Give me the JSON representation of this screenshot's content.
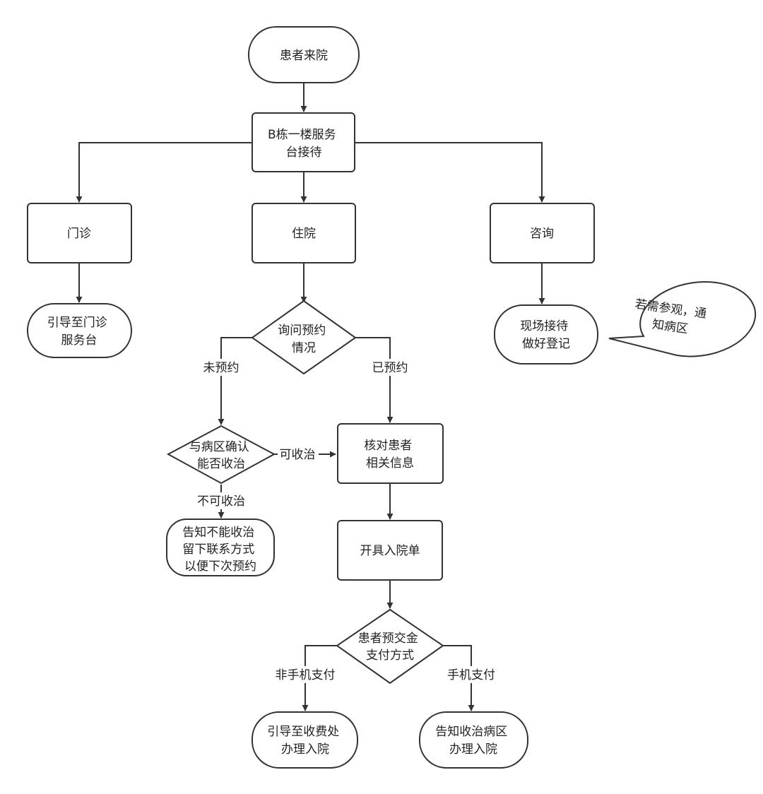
{
  "colors": {
    "stroke": "#333333",
    "fill": "#ffffff",
    "text": "#222222"
  },
  "nodes": {
    "start": "患者来院",
    "reception": [
      "B栋一楼服务",
      "台接待"
    ],
    "outpatient": "门诊",
    "inpatient": "住院",
    "consult": "咨询",
    "guide_outpatient": [
      "引导至门诊",
      "服务台"
    ],
    "onsite": [
      "现场接待",
      "做好登记"
    ],
    "callout": [
      "若需参观，通",
      "知病区"
    ],
    "ask_booking": [
      "询问预约",
      "情况"
    ],
    "confirm_ward": [
      "与病区确认",
      "能否收治"
    ],
    "verify_info": [
      "核对患者",
      "相关信息"
    ],
    "notify_cannot": [
      "告知不能收治",
      "留下联系方式",
      "以便下次预约"
    ],
    "issue_form": "开具入院单",
    "payment_method": [
      "患者预交金",
      "支付方式"
    ],
    "guide_cashier": [
      "引导至收费处",
      "办理入院"
    ],
    "notify_ward": [
      "告知收治病区",
      "办理入院"
    ]
  },
  "edges": {
    "not_booked": "未预约",
    "booked": "已预约",
    "can_admit": "可收治",
    "cannot_admit": "不可收治",
    "non_mobile_pay": "非手机支付",
    "mobile_pay": "手机支付"
  }
}
